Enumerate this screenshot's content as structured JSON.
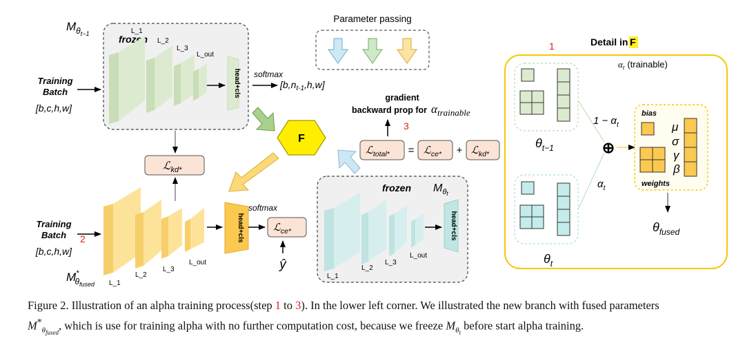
{
  "top_branch": {
    "model": "M",
    "model_sub": "θ",
    "model_subsub": "t−1",
    "frozen": "frozen",
    "layers": [
      "L_1",
      "L_2",
      "L_3",
      "L_out"
    ],
    "head": "head+cls",
    "input_line1": "Training",
    "input_line2": "Batch",
    "input_shape": "[b,c,h,w]",
    "softmax": "softmax",
    "out_a": "[b,n",
    "out_sub": "t-1",
    "out_b": ",h,w]"
  },
  "parameter_passing": {
    "title": "Parameter passing",
    "arrow_colors": [
      "#cfe8f6",
      "#cfe8c8",
      "#fde3a4"
    ]
  },
  "fuse_node": {
    "label": "F",
    "color": "#ffee00"
  },
  "loss_kd_box": {
    "main": "ℒ",
    "sub": "kd*"
  },
  "gradient": {
    "line1": "gradient",
    "line2": "backward prop for",
    "alpha": "α",
    "alpha_sub": "trainable",
    "step": "3"
  },
  "loss_eq": {
    "total_main": "ℒ",
    "total_sub": "total*",
    "eq": "=",
    "ce_main": "ℒ",
    "ce_sub": "ce*",
    "plus": "+",
    "kd_main": "ℒ",
    "kd_sub": "kd*"
  },
  "bottom_branch": {
    "step": "2",
    "input_line1": "Training",
    "input_line2": "Batch",
    "input_shape": "[b,c,h,w]",
    "layers": [
      "L_1",
      "L_2",
      "L_3",
      "L_out"
    ],
    "head": "head+cls",
    "softmax": "softmax",
    "loss_main": "ℒ",
    "loss_sub": "ce*",
    "label": "ŷ",
    "model": "M",
    "model_sup": "*",
    "model_sub": "θ",
    "model_subsub": "fused"
  },
  "frozen_t": {
    "frozen": "frozen",
    "model": "M",
    "model_sub": "θ",
    "model_subsub": "t",
    "layers": [
      "L_1",
      "L_2",
      "L_3",
      "L_out"
    ],
    "head": "head+cls"
  },
  "detail": {
    "title": "Detail in ",
    "title_letter": "F",
    "step": "1",
    "alpha_note": "α",
    "alpha_note_sub": "t",
    "alpha_note_text": "(trainable)",
    "theta_prev": "θ",
    "theta_prev_sub": "t−1",
    "one_minus_alpha": "1 − α",
    "one_minus_alpha_sub": "t",
    "alpha": "α",
    "alpha_sub": "t",
    "plus_symbol": "⊕",
    "bias": "bias",
    "weights": "weights",
    "bn_params": [
      "μ",
      "σ",
      "γ",
      "β"
    ],
    "theta_t": "θ",
    "theta_t_sub": "t",
    "theta_fused": "θ",
    "theta_fused_sub": "fused"
  },
  "caption": {
    "p1": "Figure 2. Illustration of an alpha training process(step ",
    "s1": "1",
    "p2": " to ",
    "s2": "3",
    "p3": "). In the lower left corner. We illustrated the new branch with fused parameters",
    "m1": "M",
    "m1_sup": "*",
    "m1_sub": "θ",
    "m1_subsub": "fused",
    "p4": ", which is use for training alpha with no further computation cost, because we freeze ",
    "m2": "M",
    "m2_sub": "θ",
    "m2_subsub": "t",
    "p5": " before start alpha training."
  },
  "colors": {
    "green_layer": "#dcebcf",
    "yellow_layer": "#fde29a",
    "teal_layer": "#d6efee",
    "frozen_panel": "#efefef",
    "detail_border": "#f5c800",
    "loss_box": "#fbe3d6",
    "step_red": "#d81e1e"
  }
}
